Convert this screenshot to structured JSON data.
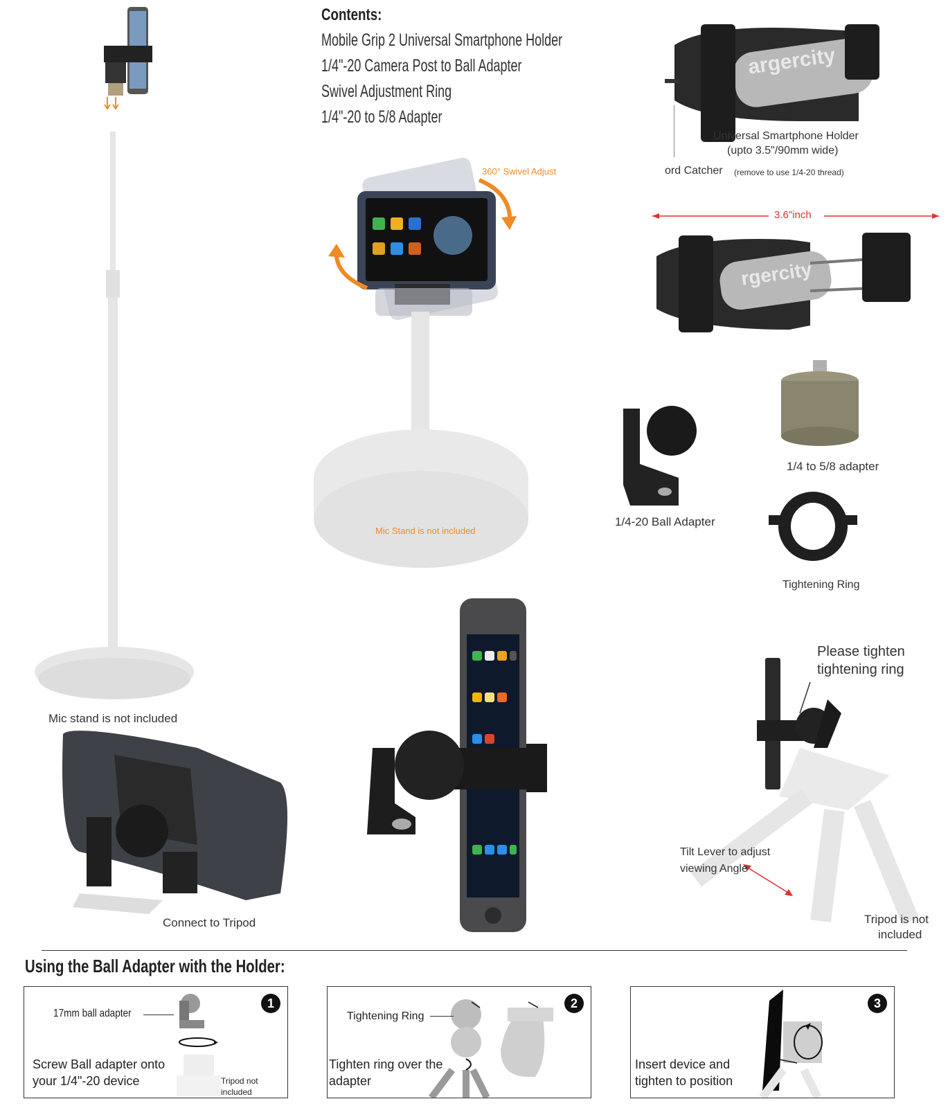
{
  "contents": {
    "title": "Contents:",
    "items": [
      "Mobile Grip 2 Universal Smartphone Holder",
      "1/4\"-20 Camera Post to Ball Adapter",
      "Swivel Adjustment Ring",
      "1/4\"-20 to 5/8 Adapter"
    ]
  },
  "holder": {
    "brand_text": "argercity",
    "brand_text_2": "rgercity",
    "label_line1": "Universal Smartphone Holder",
    "label_line2": "(upto 3.5\"/90mm wide)",
    "cord_catcher": "ord Catcher",
    "cord_catcher_note": "(remove to use 1/4-20 thread)",
    "width_label": "3.6\"inch"
  },
  "swivel": {
    "label": "360° Swivel Adjust",
    "mic_note": "Mic Stand is not included"
  },
  "parts": {
    "adapter_58": "1/4 to 5/8 adapter",
    "ball_adapter": "1/4-20 Ball Adapter",
    "tightening_ring": "Tightening Ring"
  },
  "left_stand": {
    "mic_note": "Mic stand is not included",
    "tripod_label": "Connect to Tripod"
  },
  "tripod_right": {
    "tighten_line1": "Please tighten",
    "tighten_line2": "tightening ring",
    "tilt_line1": "Tilt Lever to adjust",
    "tilt_line2": "viewing Angle",
    "tripod_line1": "Tripod is not",
    "tripod_line2": "included"
  },
  "steps_section": {
    "title": "Using the Ball Adapter with the Holder:",
    "steps": [
      {
        "num": "1",
        "callout": "17mm ball adapter",
        "text_line1": "Screw Ball adapter onto",
        "text_line2": "your 1/4\"-20 device",
        "note_line1": "Tripod not",
        "note_line2": "included"
      },
      {
        "num": "2",
        "callout": "Tightening Ring",
        "text_line1": "Tighten ring over the",
        "text_line2": "adapter"
      },
      {
        "num": "3",
        "text_line1": "Insert device and",
        "text_line2": "tighten to position"
      }
    ]
  },
  "colors": {
    "accent_orange": "#f08a24",
    "arrow_red": "#e03030",
    "holder_black": "#2a2a2a",
    "stand_gray": "#e6e6e6"
  }
}
